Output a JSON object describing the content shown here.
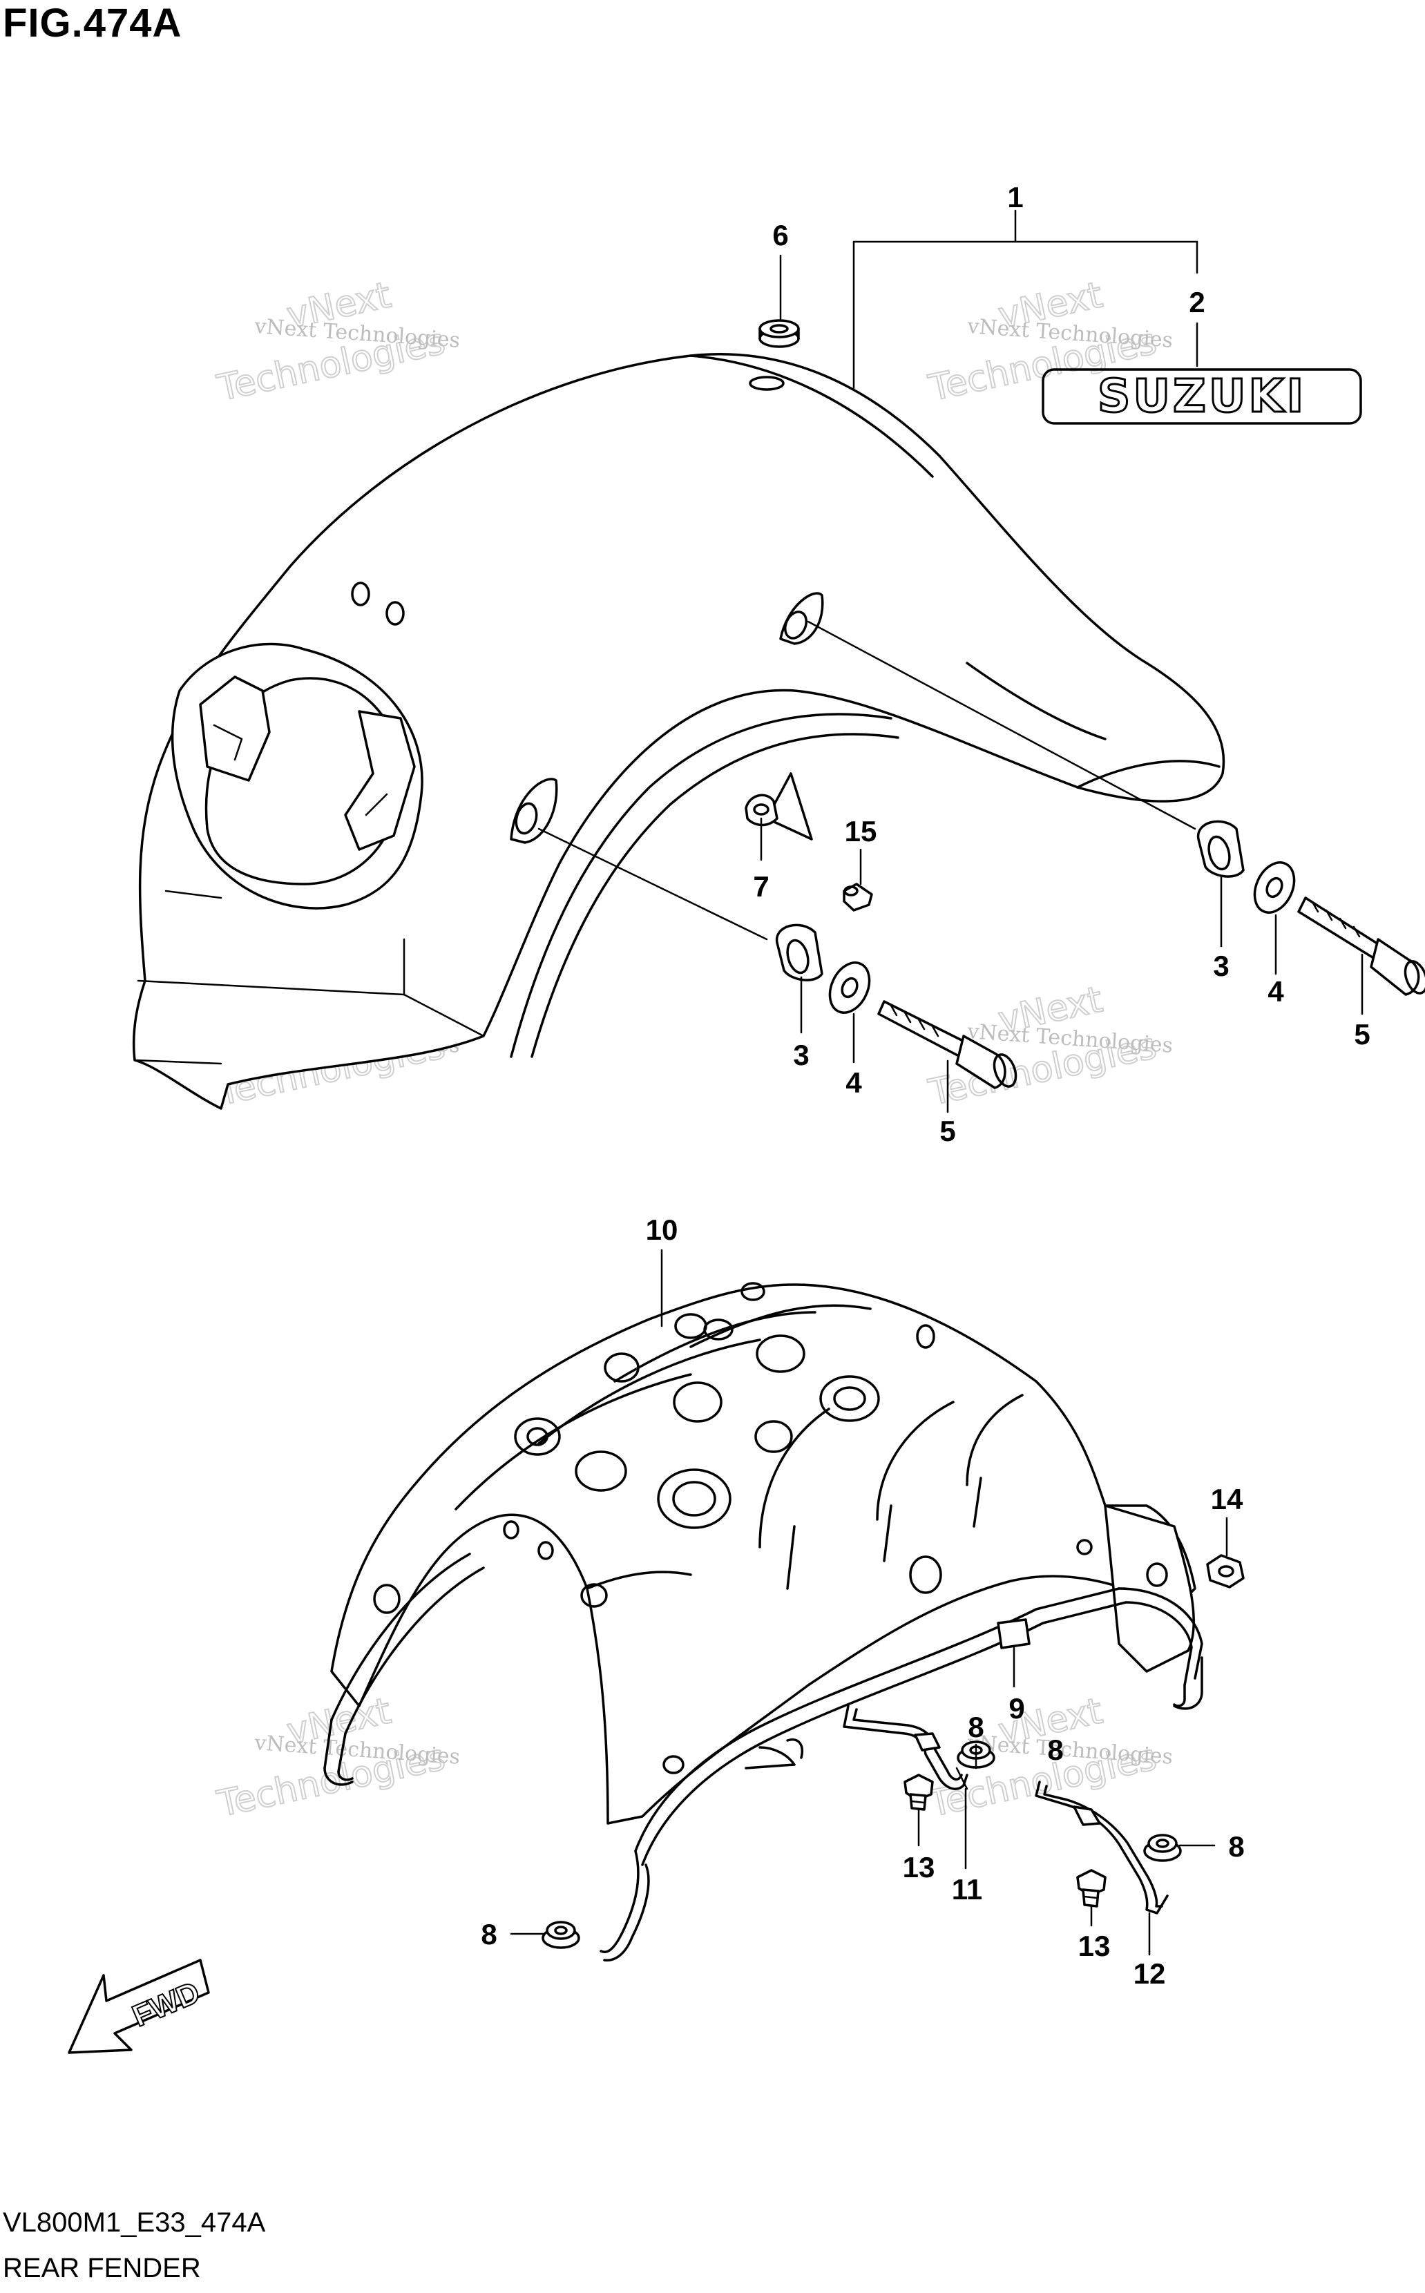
{
  "figure": {
    "title": "FIG.474A",
    "code": "VL800M1_E33_474A",
    "name": "REAR FENDER"
  },
  "badge": {
    "text": "SUZUKI"
  },
  "direction": {
    "label": "FWD"
  },
  "watermark": {
    "line1": "vNext Technologies",
    "line2": "vNext",
    "line3": "Technologies"
  },
  "callouts": [
    "1",
    "2",
    "3",
    "3",
    "4",
    "4",
    "5",
    "5",
    "6",
    "7",
    "8",
    "8",
    "8",
    "8",
    "9",
    "10",
    "11",
    "12",
    "13",
    "13",
    "14",
    "15"
  ]
}
